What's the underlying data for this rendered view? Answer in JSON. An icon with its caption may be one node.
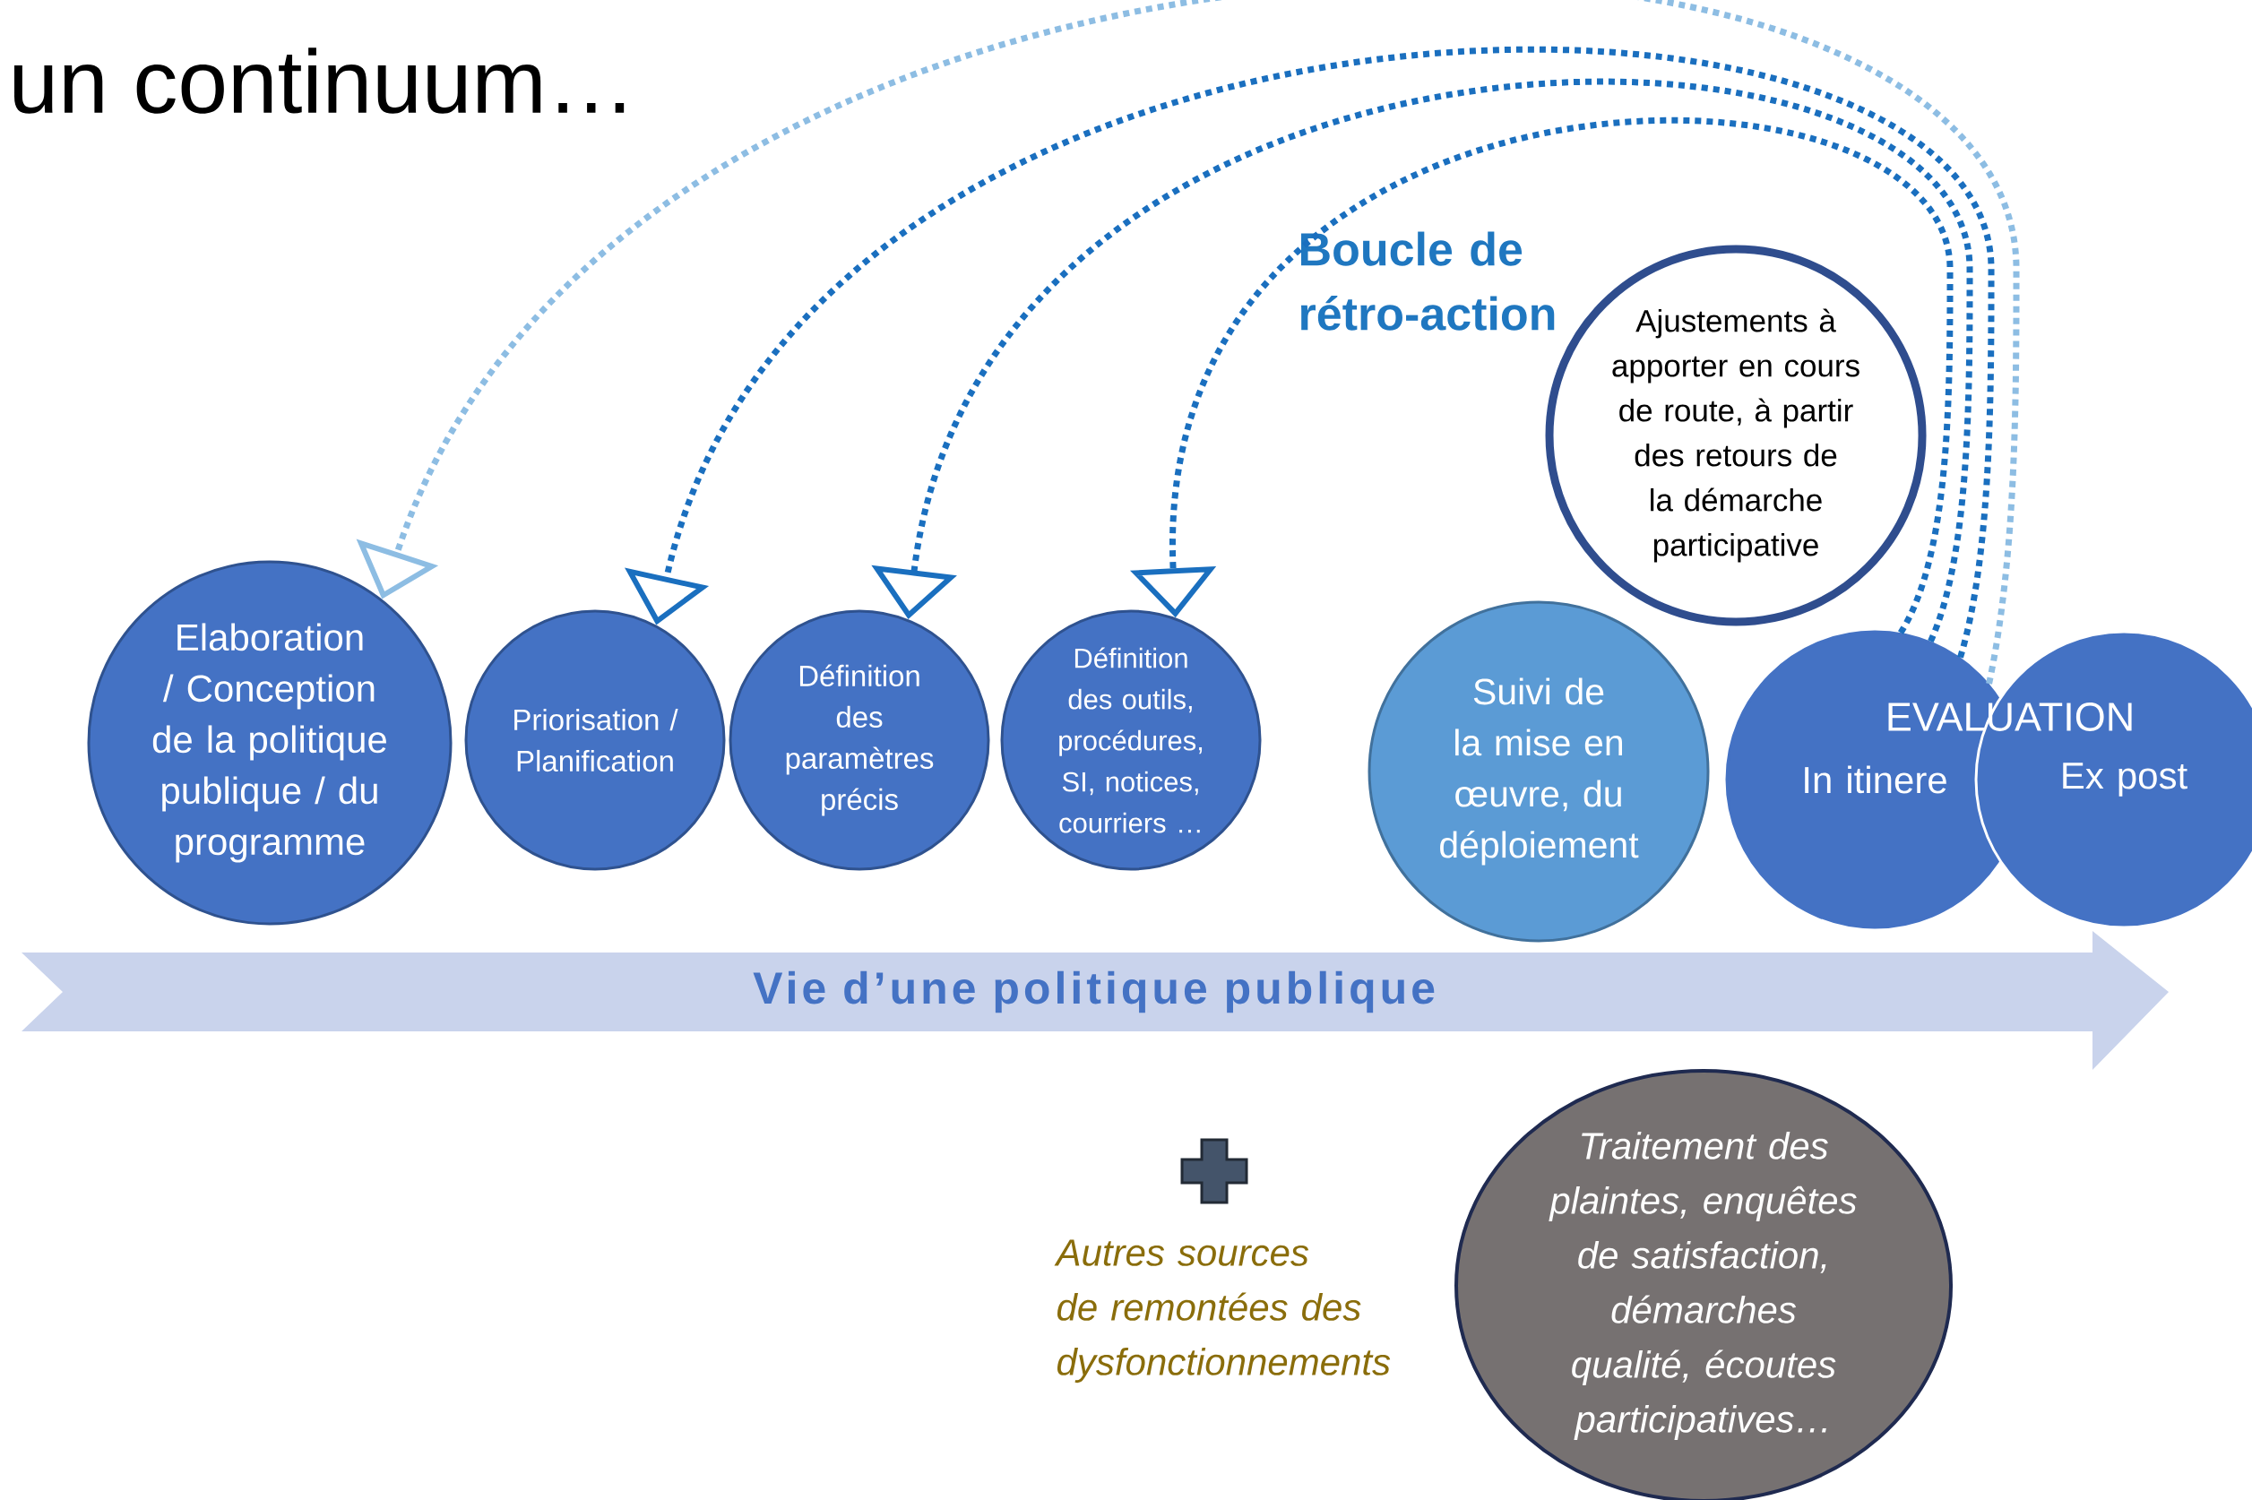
{
  "diagram": {
    "nodes": [
      {
        "text": [
          "Elaboration / Conception de la politique publique / du programme"
        ]
      },
      {
        "text": [
          "Priorisation / Planification"
        ]
      },
      {
        "text": [
          "Définition des paramètres précis"
        ]
      },
      {
        "text": [
          "Définition des outils, procédures, SI, notices, courriers …"
        ]
      },
      {
        "text": [
          "Suivi de la mise en œuvre, du déploiement"
        ]
      },
      {
        "text": [
          "Ajustements à apporter en cours de route, à partir des retours de la démarche participative"
        ]
      },
      {
        "text": [
          "In itinere"
        ]
      },
      {
        "text": [
          "Ex post"
        ]
      },
      {
        "text": [
          "Vie d’une politique publique"
        ]
      },
      {
        "text": [
          "Traitement des plaintes, enquêtes de satisfaction, démarches qualité, écoutes participatives…"
        ]
      }
    ],
    "edges": [
      {
        "from": 6,
        "to": 0,
        "arrow": "to",
        "style": "dashed",
        "color": "#8dbde3"
      },
      {
        "from": 6,
        "to": 1,
        "arrow": "to",
        "style": "dashed"
      },
      {
        "from": 6,
        "to": 2,
        "arrow": "to",
        "style": "dashed"
      },
      {
        "from": 6,
        "to": 3,
        "arrow": "to",
        "style": "dashed"
      }
    ],
    "labels": [
      "un continuum…",
      "Boucle de rétro-action",
      "EVALUATION",
      "Autres sources de remontées des dysfonctionnements"
    ]
  }
}
